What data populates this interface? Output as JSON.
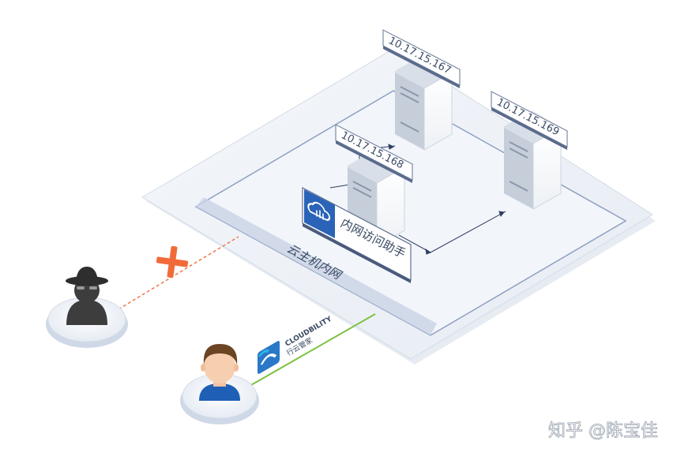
{
  "servers": [
    {
      "ip": "10.17.15.167"
    },
    {
      "ip": "10.17.15.169"
    },
    {
      "ip": "10.17.15.168"
    }
  ],
  "helper": {
    "label": "内网访问助手"
  },
  "network": {
    "label": "云主机内网"
  },
  "brand": {
    "name": "CLOUDBILITY",
    "name_cn": "行云管家"
  },
  "watermark": "知乎 @陈宝佳",
  "colors": {
    "attack_line": "#f07a4a",
    "user_line": "#7cc242",
    "accent_blue": "#2a63b8",
    "blocked_x": "#f26a3a"
  }
}
